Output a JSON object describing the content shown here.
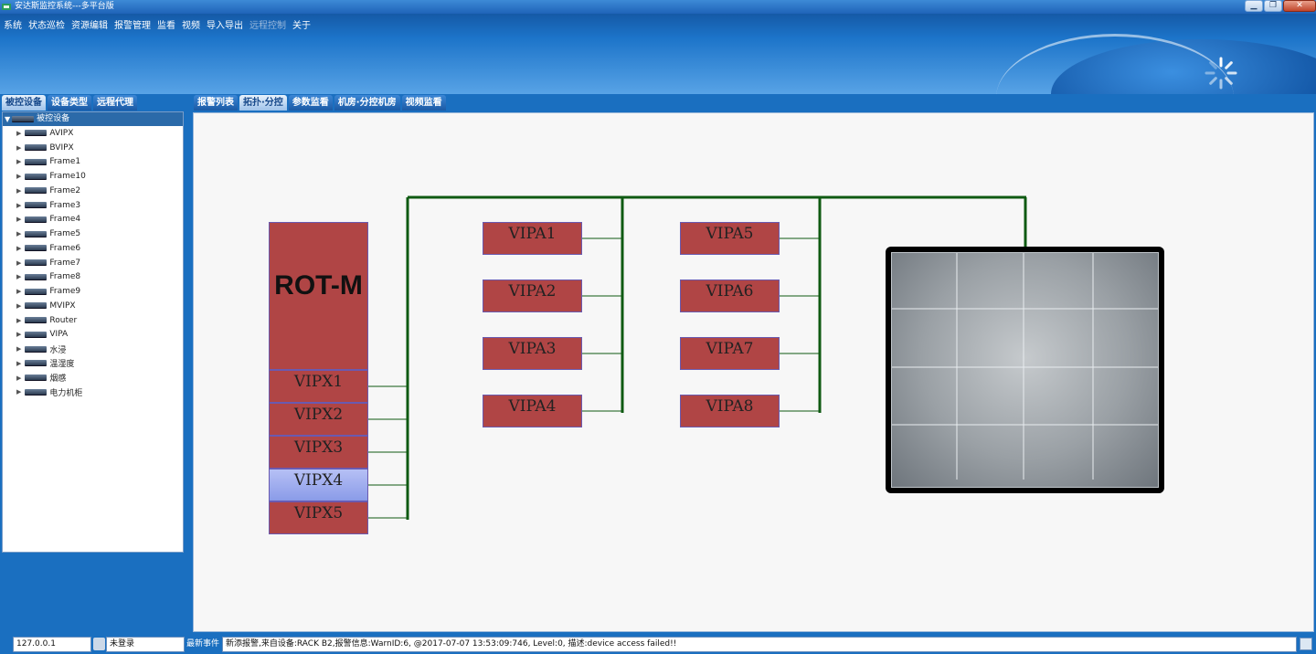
{
  "window": {
    "title": "安达斯监控系统---多平台版",
    "buttons": [
      "▁",
      "❐",
      "✕"
    ]
  },
  "menu": [
    {
      "label": "系统"
    },
    {
      "label": "状态巡检"
    },
    {
      "label": "资源编辑"
    },
    {
      "label": "报警管理"
    },
    {
      "label": "监看"
    },
    {
      "label": "视频"
    },
    {
      "label": "导入导出"
    },
    {
      "label": "远程控制",
      "disabled": true
    },
    {
      "label": "关于"
    }
  ],
  "left_tabs": [
    {
      "label": "被控设备",
      "active": true
    },
    {
      "label": "设备类型"
    },
    {
      "label": "远程代理"
    }
  ],
  "tree": {
    "root": "被控设备",
    "items": [
      "AVIPX",
      "BVIPX",
      "Frame1",
      "Frame10",
      "Frame2",
      "Frame3",
      "Frame4",
      "Frame5",
      "Frame6",
      "Frame7",
      "Frame8",
      "Frame9",
      "MVIPX",
      "Router",
      "VIPA",
      "水浸",
      "温湿度",
      "烟感",
      "电力机柜"
    ]
  },
  "main_tabs": [
    {
      "label": "报警列表"
    },
    {
      "label": "拓扑·分控",
      "active": true
    },
    {
      "label": "参数监看"
    },
    {
      "label": "机房·分控机房"
    },
    {
      "label": "视频监看"
    }
  ],
  "topology": {
    "rot_title": "ROT-M",
    "vipx": [
      {
        "label": "VIPX1"
      },
      {
        "label": "VIPX2"
      },
      {
        "label": "VIPX3"
      },
      {
        "label": "VIPX4",
        "selected": true
      },
      {
        "label": "VIPX5"
      }
    ],
    "vipa_left": [
      "VIPA1",
      "VIPA2",
      "VIPA3",
      "VIPA4"
    ],
    "vipa_right": [
      "VIPA5",
      "VIPA6",
      "VIPA7",
      "VIPA8"
    ],
    "line_color": "#0f5a12",
    "box_color": "#b04545"
  },
  "status": {
    "ip": "127.0.0.1",
    "login": "未登录",
    "event_label": "最新事件",
    "event_text": "新添报警,来自设备:RACK B2,报警信息:WarnID:6, @2017-07-07 13:53:09:746, Level:0, 描述:device access failed!!"
  }
}
